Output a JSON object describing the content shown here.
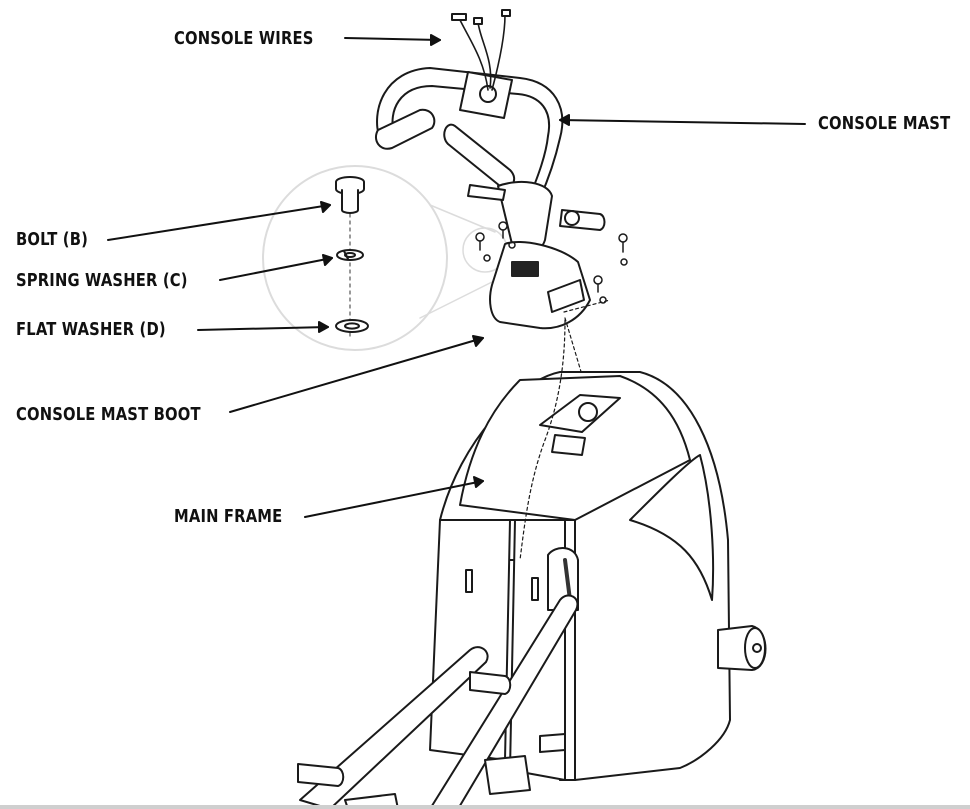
{
  "labels": {
    "console_wires": "CONSOLE WIRES",
    "console_mast": "CONSOLE MAST",
    "bolt": "BOLT (B)",
    "spring_washer": "SPRING WASHER (C)",
    "flat_washer": "FLAT WASHER (D)",
    "console_mast_boot": "CONSOLE MAST BOOT",
    "main_frame": "MAIN FRAME"
  },
  "colors": {
    "ink": "#111111",
    "detail_circle": "#dcdcdc",
    "background": "#ffffff"
  }
}
